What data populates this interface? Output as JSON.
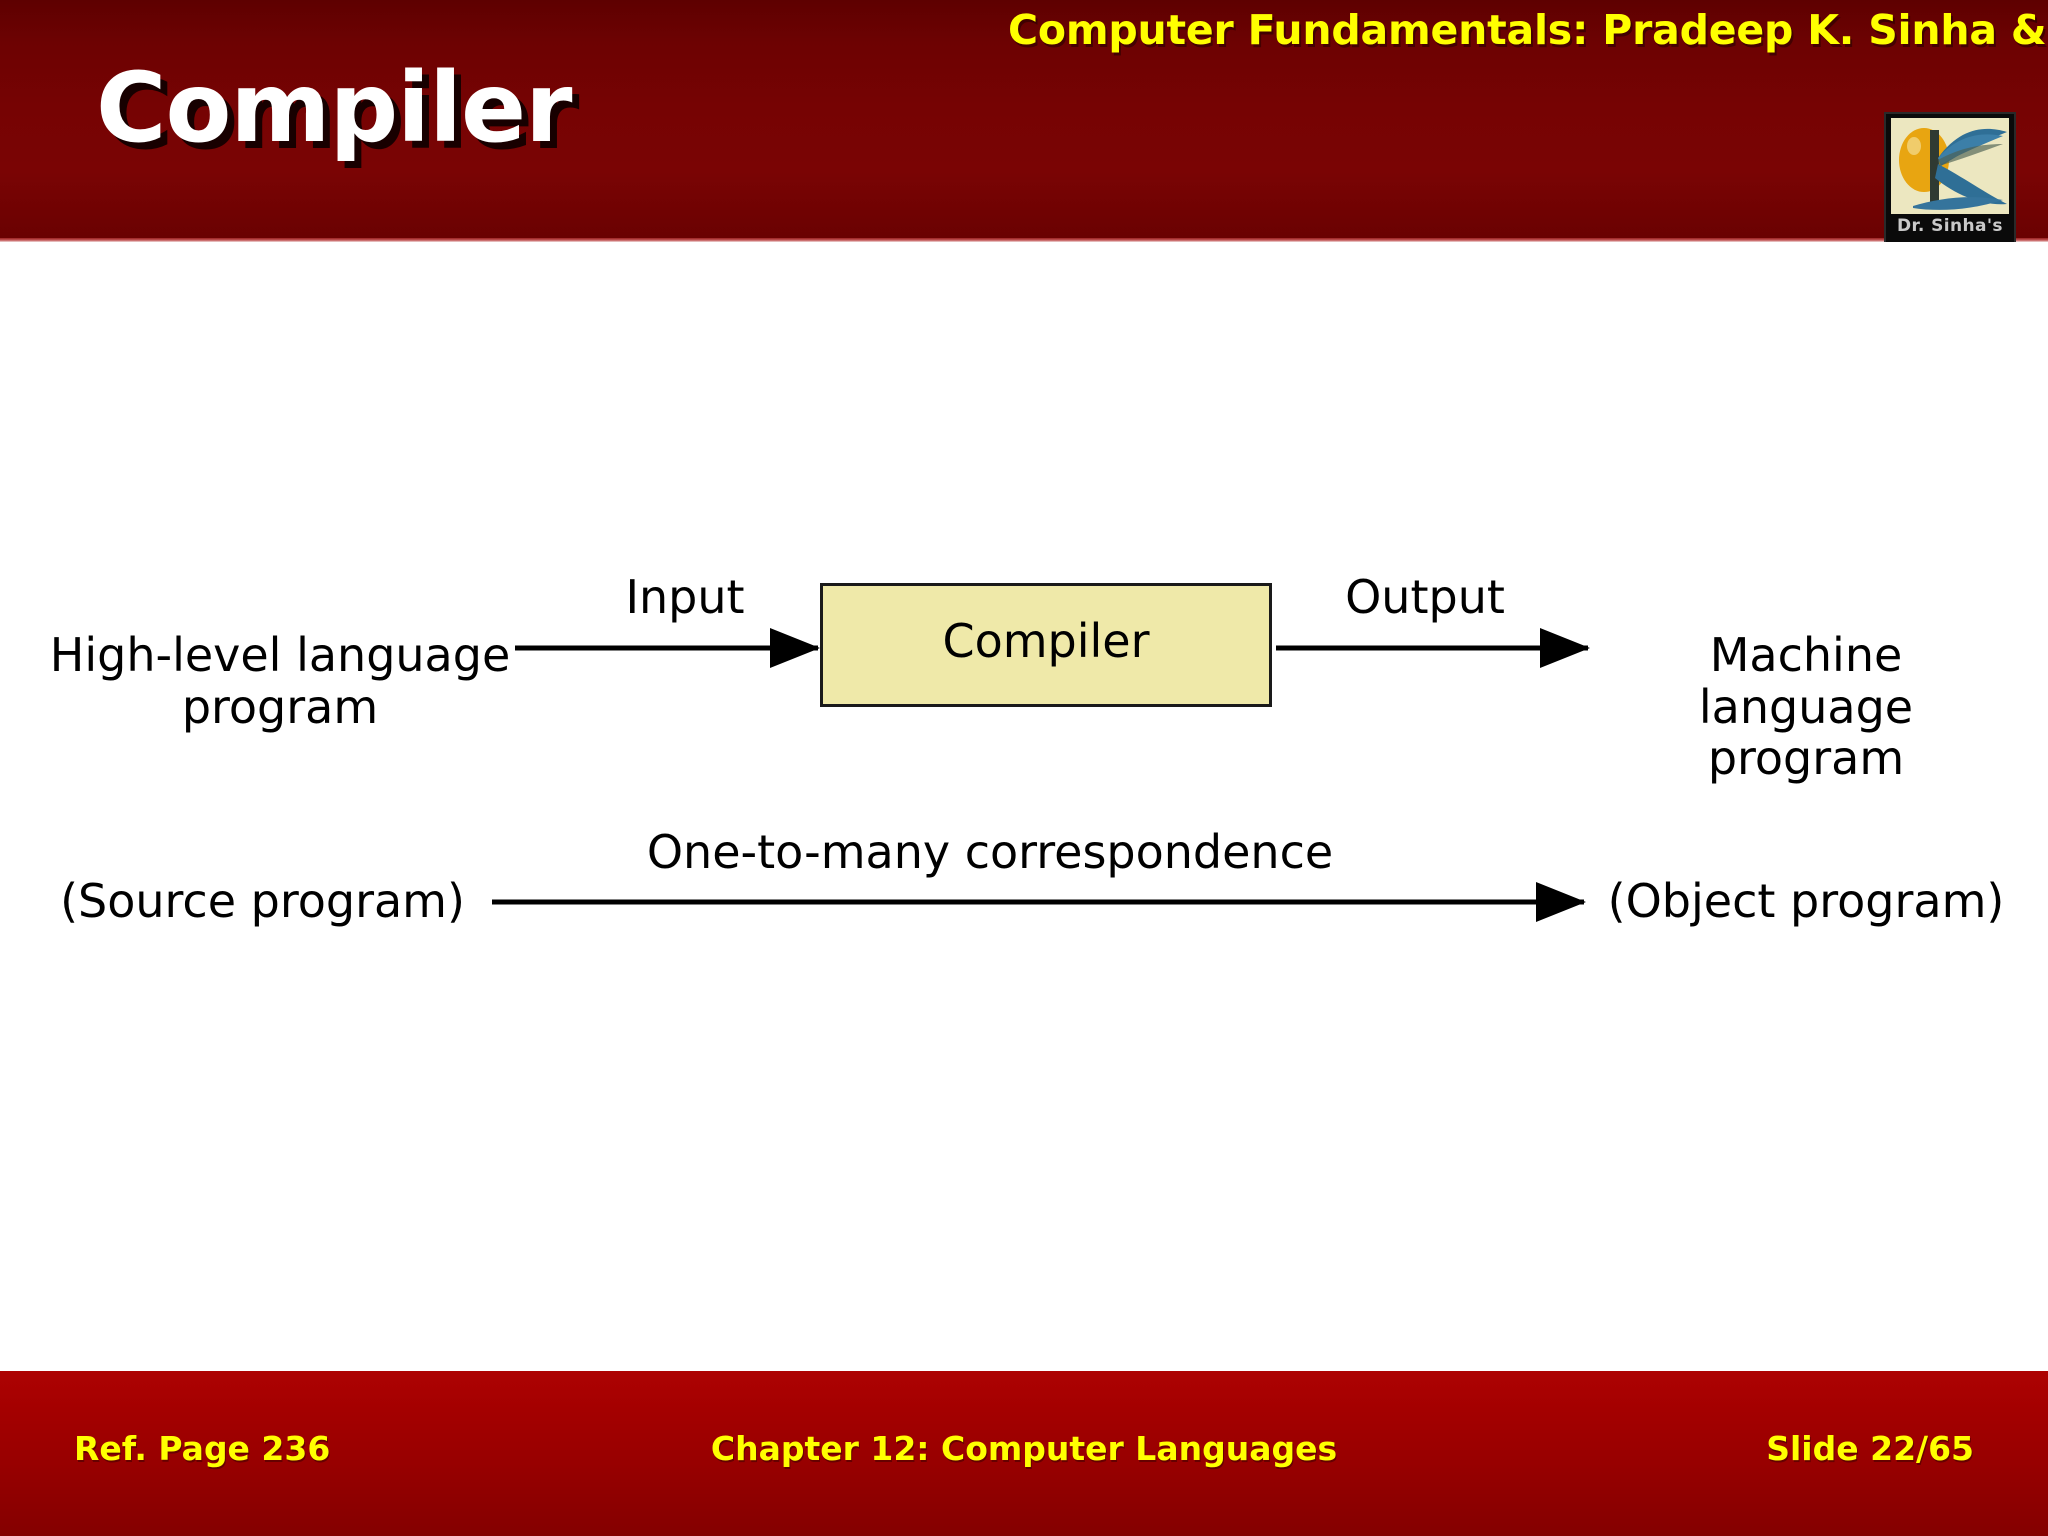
{
  "header": {
    "course_title": "Computer Fundamentals: Pradeep K. Sinha & Priti Sinha",
    "slide_title": "Compiler",
    "logo_caption": "Dr. Sinha's",
    "bg_color": "#6F0303",
    "accent_color": "#FFFF00"
  },
  "diagram": {
    "source_label": "High-level language program",
    "source_label_line1": "High-level language",
    "source_label_line2": "program",
    "source_paren": "(Source program)",
    "input_label": "Input",
    "process_label": "Compiler",
    "output_label": "Output",
    "target_label_line1": "Machine language",
    "target_label_line2": "program",
    "object_paren": "(Object program)",
    "correspondence_label": "One-to-many correspondence",
    "box_fill_color": "#EFE9A9",
    "box_border_color": "#1A1A1A",
    "line_color": "#000000"
  },
  "footer": {
    "ref_page": "Ref. Page 236",
    "chapter": "Chapter 12: Computer Languages",
    "slide_number": "Slide 22/65",
    "bg_color": "#A00000",
    "text_color": "#FFFF00"
  }
}
